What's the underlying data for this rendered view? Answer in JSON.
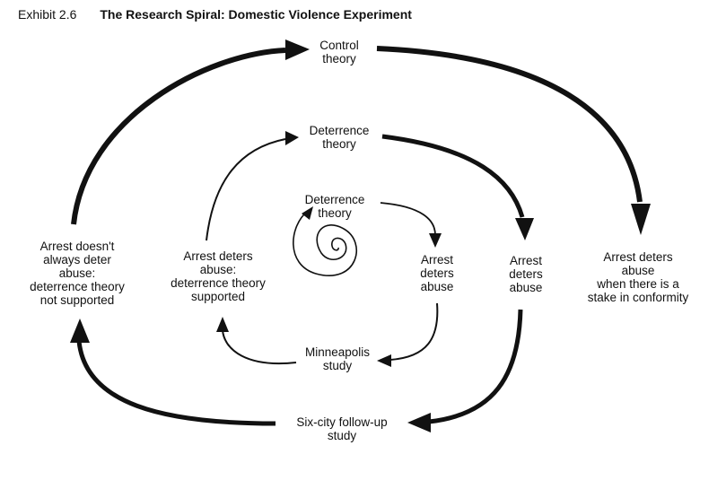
{
  "header": {
    "exhibit": "Exhibit 2.6",
    "title": "The Research Spiral: Domestic Violence Experiment"
  },
  "nodes": {
    "outer_top": [
      "Control",
      "theory"
    ],
    "outer_right": [
      "Arrest deters",
      "abuse",
      "when there is a",
      "stake in conformity"
    ],
    "outer_bottom": [
      "Six-city follow-up",
      "study"
    ],
    "outer_left": [
      "Arrest doesn't",
      "always deter",
      "abuse:",
      "deterrence theory",
      "not supported"
    ],
    "middle_top": [
      "Deterrence",
      "theory"
    ],
    "middle_right": [
      "Arrest",
      "deters",
      "abuse"
    ],
    "middle_bottom": [
      "Minneapolis",
      "study"
    ],
    "middle_left": [
      "Arrest deters",
      "abuse:",
      "deterrence theory",
      "supported"
    ],
    "inner_top": [
      "Deterrence",
      "theory"
    ],
    "inner_right": [
      "Arrest",
      "deters",
      "abuse"
    ]
  }
}
